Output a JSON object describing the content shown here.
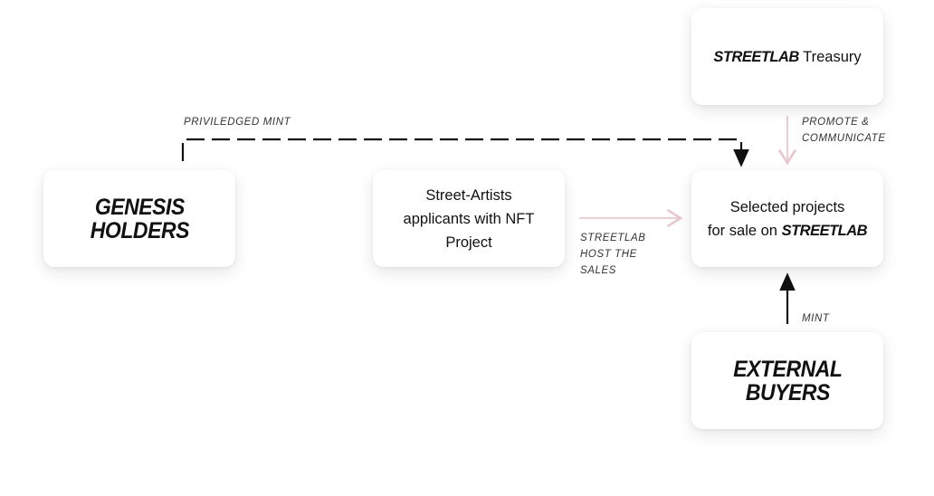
{
  "nodes": {
    "treasury": {
      "brand": "STREETLAB",
      "label": "Treasury"
    },
    "genesis": {
      "line1": "GENESIS",
      "line2": "HOLDERS"
    },
    "applicants": {
      "line1": "Street-Artists",
      "line2": "applicants with NFT",
      "line3": "Project"
    },
    "selected": {
      "line1": "Selected projects",
      "line2_prefix": "for sale on",
      "brand": "STREETLAB"
    },
    "external": {
      "line1": "EXTERNAL",
      "line2": "BUYERS"
    }
  },
  "edges": {
    "priviledged_mint": "PRIVILEDGED MINT",
    "promote_line1": "PROMOTE &",
    "promote_line2": "COMMUNICATE",
    "host_line1": "STREETLAB",
    "host_line2": "HOST THE",
    "host_line3": "SALES",
    "mint": "MINT"
  },
  "colors": {
    "dashed": "#111111",
    "pink_arrow": "#e8c8cc",
    "black_arrow": "#111111"
  }
}
